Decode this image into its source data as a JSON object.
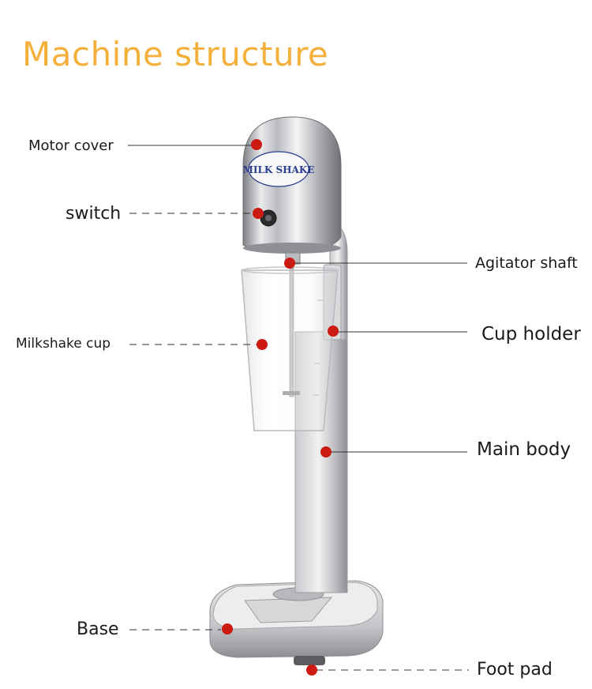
{
  "title": "Machine structure",
  "product_badge": "MILK SHAKE",
  "labels": {
    "motor_cover": "Motor cover",
    "switch": "switch",
    "agitator_shaft": "Agitator shaft",
    "milkshake_cup": "Milkshake cup",
    "cup_holder": "Cup holder",
    "main_body": "Main body",
    "base": "Base",
    "foot_pad": "Foot pad"
  },
  "colors": {
    "title": "#f4b03a",
    "marker": "#cc1b12",
    "line": "#333333",
    "badge_text": "#2a3f8f"
  }
}
